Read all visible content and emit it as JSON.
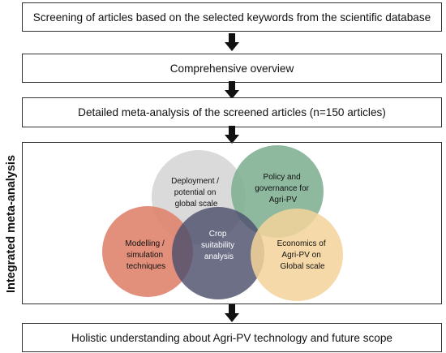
{
  "steps": {
    "step1": "Screening of articles based on the selected keywords from the scientific database",
    "step2": "Comprehensive overview",
    "step3": "Detailed meta-analysis of the screened articles (n=150 articles)",
    "step5": "Holistic understanding about Agri-PV technology and future scope"
  },
  "integrated": {
    "label": "Integrated meta-analysis",
    "circles": {
      "deployment": {
        "lines": [
          "Deployment /",
          "potential on",
          "global scale"
        ],
        "color": "#d6d6d6"
      },
      "policy": {
        "lines": [
          "Policy and",
          "governance for",
          "Agri-PV"
        ],
        "color": "#7eaf92"
      },
      "modelling": {
        "lines": [
          "Modelling /",
          "simulation",
          "techniques"
        ],
        "color": "#e08670"
      },
      "crop": {
        "lines": [
          "Crop",
          "suitability",
          "analysis"
        ],
        "color": "#4d4f6c"
      },
      "economics": {
        "lines": [
          "Economics of",
          "Agri-PV on",
          "Global scale"
        ],
        "color": "#f3d39a"
      }
    }
  },
  "colors": {
    "border": "#333333",
    "arrow": "#111111"
  }
}
